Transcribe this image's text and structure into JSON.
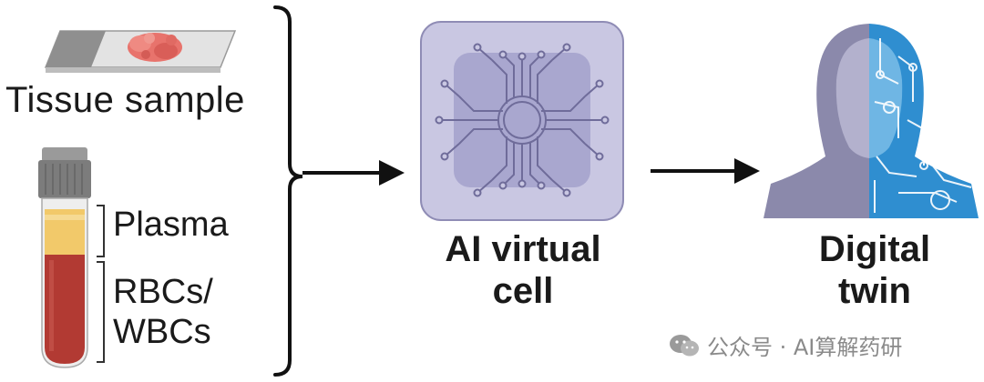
{
  "inputs": {
    "tissue_label": "Tissue sample",
    "plasma_label": "Plasma",
    "rbc_label_line1": "RBCs/",
    "rbc_label_line2": "WBCs"
  },
  "ai_cell": {
    "label_line1": "AI virtual",
    "label_line2": "cell"
  },
  "twin": {
    "label_line1": "Digital",
    "label_line2": "twin"
  },
  "watermark": {
    "text": "公众号 · AI算解药研"
  },
  "colors": {
    "chip_outer": "#c9c7e2",
    "chip_inner": "#a9a7cf",
    "circuit": "#6f6c9a",
    "twin_gray": "#8b89ab",
    "twin_blue": "#2f8ed0",
    "blood_red": "#b23a33",
    "plasma_yellow": "#f2c96a",
    "tissue_pink": "#e8736c",
    "arrow": "#111111"
  }
}
